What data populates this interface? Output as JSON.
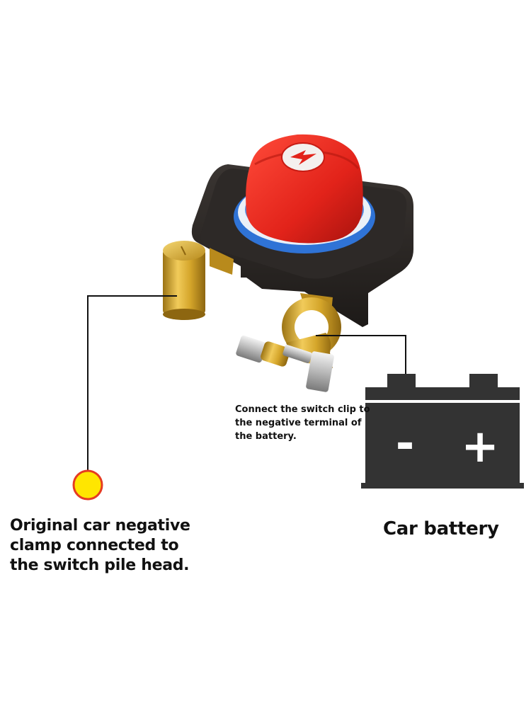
{
  "labels": {
    "switch_clip_note": "Connect the switch clip to the negative terminal of the battery.",
    "negative_clamp_note": "Original car negative clamp connected to the switch pile head.",
    "battery_label": "Car battery"
  },
  "battery_symbols": {
    "negative": "-",
    "positive": "+"
  },
  "icons": {
    "knob_logo": "lightning-bolt-icon",
    "callout_marker": "yellow-dot-icon"
  },
  "colors": {
    "knob_red": "#e2231a",
    "switch_body": "#2a2624",
    "dial_blue": "#2f73d6",
    "brass": "#d4a52a",
    "battery_dark": "#333333",
    "callout_dot": "#ffe600",
    "callout_ring": "#e53b22",
    "leader_line": "#111111"
  }
}
